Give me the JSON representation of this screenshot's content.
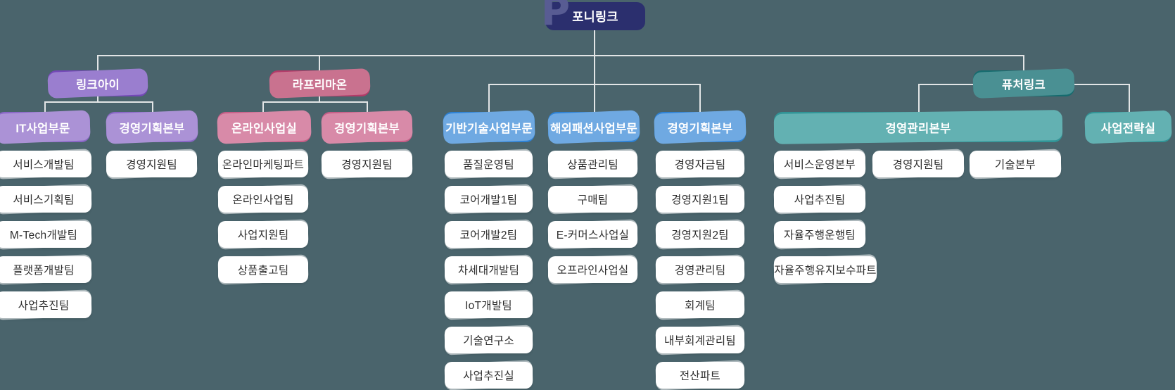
{
  "company": {
    "label": "포니링크",
    "logo_glyph": "P"
  },
  "colors": {
    "background": "#4a646c",
    "connector": "#e2e5e6",
    "root_navy": "#2b2f6e",
    "logo_mark": "#585c93",
    "linkai_purple": "#7348b6",
    "linkai_purple_light": "#8a67c7",
    "laprimaon_crimson": "#b23a68",
    "laprimaon_pink_light": "#c75e87",
    "hq_blue": "#2e82d5",
    "futurelink_teal": "#166b6e",
    "futurelink_teal_light": "#319597",
    "team_box": "#ffffff"
  },
  "subsidiaries": [
    {
      "name": "링크아이",
      "divisions": [
        {
          "name": "IT사업부문",
          "teams": [
            "서비스개발팀",
            "서비스기획팀",
            "M-Tech개발팀",
            "플랫폼개발팀",
            "사업추진팀"
          ]
        },
        {
          "name": "경영기획본부",
          "teams": [
            "경영지원팀"
          ]
        }
      ]
    },
    {
      "name": "라프리마온",
      "divisions": [
        {
          "name": "온라인사업실",
          "teams": [
            "온라인마케팅파트",
            "온라인사업팀",
            "사업지원팀",
            "상품출고팀"
          ]
        },
        {
          "name": "경영기획본부",
          "teams": [
            "경영지원팀"
          ]
        }
      ]
    },
    {
      "name": "퓨처링크",
      "divisions": [
        {
          "name": "경영관리본부",
          "teams": [
            {
              "name": "서비스운영본부",
              "sub_teams": [
                "사업추진팀",
                "자율주행운행팀",
                "자율주행유지보수파트"
              ]
            },
            {
              "name": "경영지원팀"
            },
            {
              "name": "기술본부"
            }
          ]
        },
        {
          "name": "사업전략실",
          "teams": []
        }
      ]
    }
  ],
  "direct_divisions": [
    {
      "name": "기반기술사업부문",
      "teams": [
        "품질운영팀",
        "코어개발1팀",
        "코어개발2팀",
        "차세대개발팀",
        "IoT개발팀",
        "기술연구소",
        "사업추진실"
      ]
    },
    {
      "name": "해외패션사업부문",
      "teams": [
        "상품관리팀",
        "구매팀",
        "E-커머스사업실",
        "오프라인사업실"
      ]
    },
    {
      "name": "경영기획본부",
      "teams": [
        "경영자금팀",
        "경영지원1팀",
        "경영지원2팀",
        "경영관리팀",
        "회계팀",
        "내부회계관리팀",
        "전산파트"
      ]
    }
  ]
}
